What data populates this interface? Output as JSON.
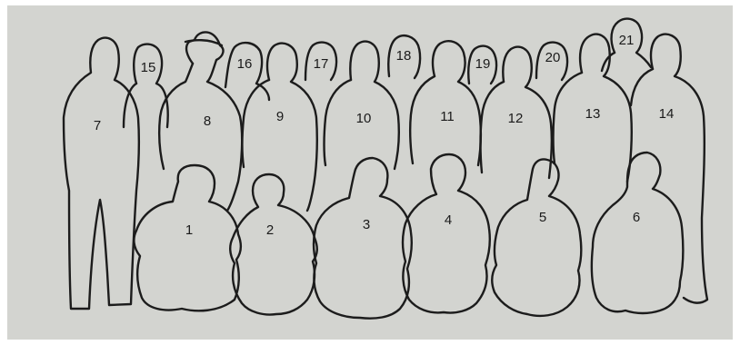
{
  "figure_labels": {
    "p1": "1",
    "p2": "2",
    "p3": "3",
    "p4": "4",
    "p5": "5",
    "p6": "6",
    "p7": "7",
    "p8": "8",
    "p9": "9",
    "p10": "10",
    "p11": "11",
    "p12": "12",
    "p13": "13",
    "p14": "14",
    "p15": "15",
    "p16": "16",
    "p17": "17",
    "p18": "18",
    "p19": "19",
    "p20": "20",
    "p21": "21"
  },
  "colors": {
    "background": "#d3d4d0",
    "outline": "#1c1c1c",
    "border": "#ffffff"
  }
}
